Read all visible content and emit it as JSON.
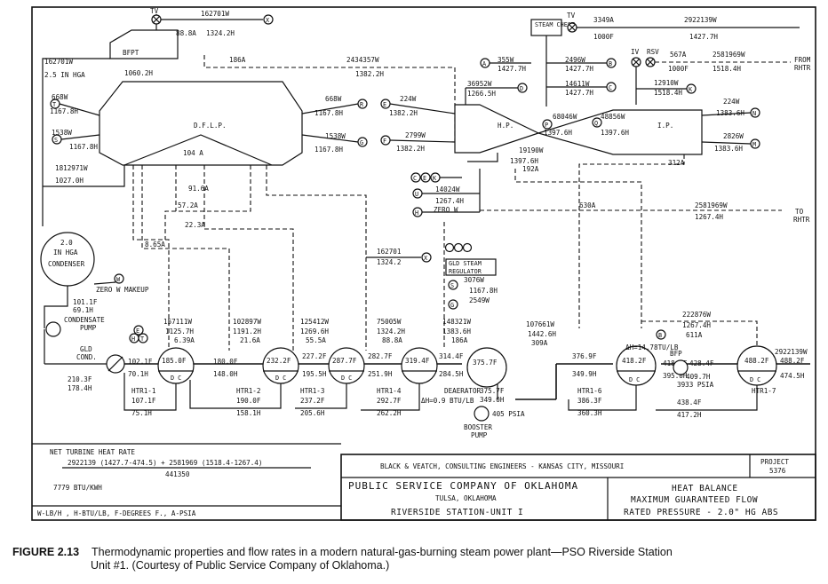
{
  "turbine": {
    "dflp": "D.F.L.P.",
    "dflp_flow": "104 A",
    "hp": "H.P.",
    "ip": "I.P.",
    "steam_chest": "STEAM CHEST"
  },
  "top": {
    "tv": "TV",
    "bfpt_flow": "162701W",
    "bfpt_p": "88.8A",
    "bfpt_h": "1324.2H",
    "bfpt": "BFPT",
    "bfpt_exh": "1060.2H",
    "cond_flow": "162701W",
    "cond_p": "2.5 IN HGA",
    "lp_crossover": "186A",
    "xover_flow": "2434357W",
    "xover_h": "1382.2H",
    "tv2": "TV",
    "ms_p": "3349A",
    "ms_t": "1000F",
    "ms_flow": "2922139W",
    "ms_h": "1427.7H",
    "iv": "IV",
    "rsv": "RSV",
    "hrh_p": "567A",
    "hrh_t": "1000F",
    "hrh_flow": "2581969W",
    "hrh_h": "1518.4H",
    "from_rhtr": "FROM RHTR"
  },
  "leaks": {
    "a_flow": "355W",
    "a_h": "1427.7H",
    "b_flow": "2496W",
    "b_h": "1427.7H",
    "c_flow": "14611W",
    "c_h": "1427.7H",
    "d_flow": "36952W",
    "d_h": "1266.5H",
    "k_flow": "12910W",
    "k_h": "1518.4H",
    "e_flow": "224W",
    "e_h": "1382.2H",
    "f_flow": "2799W",
    "f_h": "1382.2H",
    "p_flow": "68046W",
    "p_h": "1397.6H",
    "q_flow": "48856W",
    "q_h": "1397.6H",
    "n_flow": "224W",
    "n_h": "1383.6H",
    "m_flow": "2826W",
    "m_h": "1383.6H",
    "hp_exh_flow": "19190W",
    "hp_exh_h": "1397.6H",
    "hp_exh_p": "192A",
    "ip_exh_p": "312A",
    "t_flow": "668W",
    "t_h": "1167.8H",
    "s_flow": "1538W",
    "s_h": "1167.8H",
    "r_flow": "668W",
    "r_h": "1167.8H",
    "g_flow": "1538W",
    "g_h": "1167.8H",
    "gland_flow": "14024W",
    "gland_h": "1267.4H",
    "zero": "ZERO W",
    "cek": "C E K"
  },
  "extractions": {
    "lp_exh_flow": "1812971W",
    "lp_exh_h": "1027.0H",
    "e1": "91.6A",
    "e2": "57.2A",
    "e3": "22.3A",
    "e4": "8.65A",
    "bfpt2_flow": "162701",
    "bfpt2_h": "1324.2",
    "rhtr_p": "630A",
    "rhtr_flow": "2581969W",
    "rhtr_h": "1267.4H",
    "to_rhtr": "TO RHTR"
  },
  "condenser": {
    "title": "2.0 IN HGA",
    "label": "CONDENSER",
    "makeup": "ZERO W MAKEUP",
    "t": "101.1F",
    "h": "69.1H",
    "pump": "CONDENSATE PUMP",
    "gld_cond": "GLD COND.",
    "p2": "210.3F",
    "h2": "178.4H"
  },
  "gland_reg": {
    "label": "GLD STEAM REGULATOR",
    "flow": "3076W",
    "h": "1167.8H",
    "flow2": "2549W"
  },
  "heaters": [
    {
      "name": "HTR1-1",
      "shell_t": "185.0F",
      "in_t": "102.1F",
      "in_h": "70.1H",
      "drain_t": "107.1F",
      "drain_h": "75.1H",
      "ext_flow": "157111W",
      "ext_h": "1125.7H",
      "ext_p": "6.39A"
    },
    {
      "name": "HTR1-2",
      "shell_t": "232.2F",
      "in_t": "180.0F",
      "in_h": "148.0H",
      "drain_t": "190.0F",
      "drain_h": "158.1H",
      "ext_flow": "102897W",
      "ext_h": "1191.2H",
      "ext_p": "21.6A"
    },
    {
      "name": "HTR1-3",
      "shell_t": "287.7F",
      "in_t": "227.2F",
      "in_h": "195.5H",
      "drain_t": "237.2F",
      "drain_h": "205.6H",
      "ext_flow": "125412W",
      "ext_h": "1269.6H",
      "ext_p": "55.5A"
    },
    {
      "name": "HTR1-4",
      "shell_t": "319.4F",
      "in_t": "282.7F",
      "in_h": "251.9H",
      "drain_t": "292.7F",
      "drain_h": "262.2H",
      "ext_flow": "75005W",
      "ext_h": "1324.2H",
      "ext_p": "88.8A"
    },
    {
      "name": "DEAERATOR",
      "shell_t": "375.7F",
      "in_t": "314.4F",
      "in_h": "284.5H",
      "drain_t": "375.7F",
      "drain_h": "349.0H",
      "ext_flow": "148321W",
      "ext_h": "1383.6H",
      "ext_p": "186A"
    },
    {
      "name": "HTR1-6",
      "shell_t": "418.2F",
      "in_t": "376.9F",
      "in_h": "349.9H",
      "drain_t": "386.3F",
      "drain_h": "360.3H",
      "ext_flow": "107661W",
      "ext_h": "1442.6H",
      "ext_p": "309A"
    },
    {
      "name": "HTR1-7",
      "shell_t": "488.2F",
      "in_t": "418.2F",
      "in_h": "395.0H",
      "drain_t": "438.4F",
      "drain_h": "417.2H",
      "ext_flow": "222876W",
      "ext_h": "1267.4H",
      "ext_p": "611A"
    }
  ],
  "deaerator": {
    "dh": "ΔH=0.9 BTU/LB",
    "booster_p": "405 PSIA",
    "booster": "BOOSTER PUMP"
  },
  "bfp": {
    "label": "BFP",
    "dh": "ΔH=14.78TU/LB",
    "t": "428.4F",
    "h": "409.7H",
    "p": "3933 PSIA"
  },
  "final": {
    "flow": "2922139W",
    "t": "488.2F",
    "h": "474.5H"
  },
  "heat_rate": {
    "title": "NET TURBINE HEAT RATE",
    "numerator": "2922139 (1427.7-474.5) + 2581969  (1518.4-1267.4)",
    "denominator": "441350",
    "result": "7779 BTU/KWH",
    "legend": "W-LB/H , H-BTU/LB, F-DEGREES F., A-PSIA"
  },
  "title_block": {
    "consultant": "BLACK & VEATCH, CONSULTING ENGINEERS - KANSAS CITY, MISSOURI",
    "project_label": "PROJECT",
    "project": "5376",
    "company": "PUBLIC SERVICE COMPANY OF OKLAHOMA",
    "city": "TULSA, OKLAHOMA",
    "station": "RIVERSIDE STATION-UNIT I",
    "heat_balance": "HEAT BALANCE",
    "mgf": "MAXIMUM GUARANTEED FLOW",
    "rated": "RATED PRESSURE - 2.0\" HG ABS"
  },
  "caption": {
    "label": "FIGURE 2.13",
    "line1": "Thermodynamic properties and flow rates in a modern natural-gas-burning steam power plant—PSO Riverside Station",
    "line2": "Unit #1. (Courtesy of Public Service Company of Oklahoma.)"
  }
}
